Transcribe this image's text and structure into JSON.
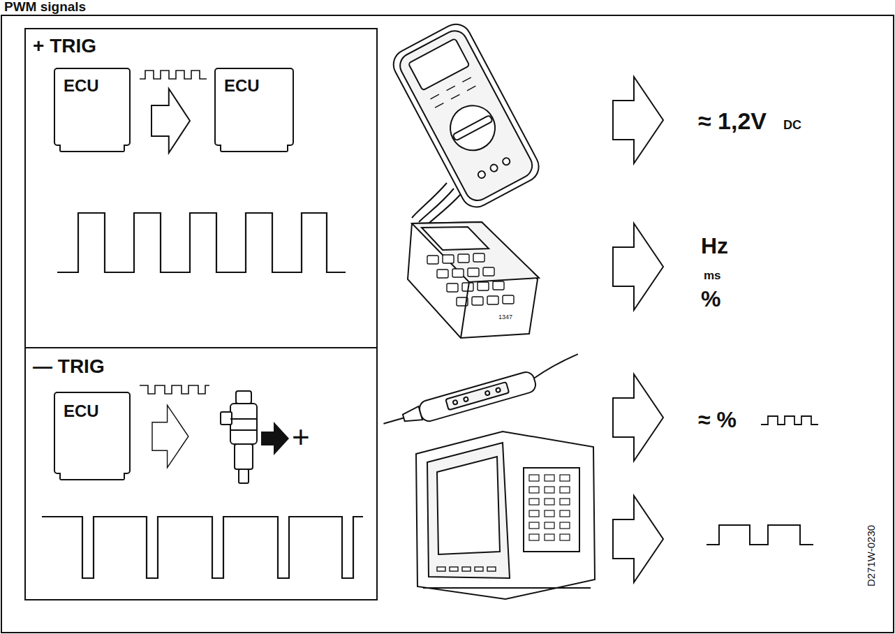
{
  "diagram": {
    "title": "PWM signals",
    "nodes": [
      {
        "text": [
          "+ TRIG"
        ]
      },
      {
        "text": [
          "ECU"
        ],
        "in": 0
      },
      {
        "text": [
          "ECU"
        ],
        "in": 0
      },
      {
        "text": [
          "— TRIG"
        ]
      },
      {
        "text": [
          "ECU"
        ],
        "in": 3
      }
    ],
    "edges": [
      {
        "from": 1,
        "to": 2,
        "arrow": "to"
      }
    ],
    "labels": [
      "≈ 1,2V",
      "DC",
      "Hz",
      "ms",
      "%",
      "≈ %",
      "+",
      "1347",
      "D271W-0230"
    ]
  }
}
